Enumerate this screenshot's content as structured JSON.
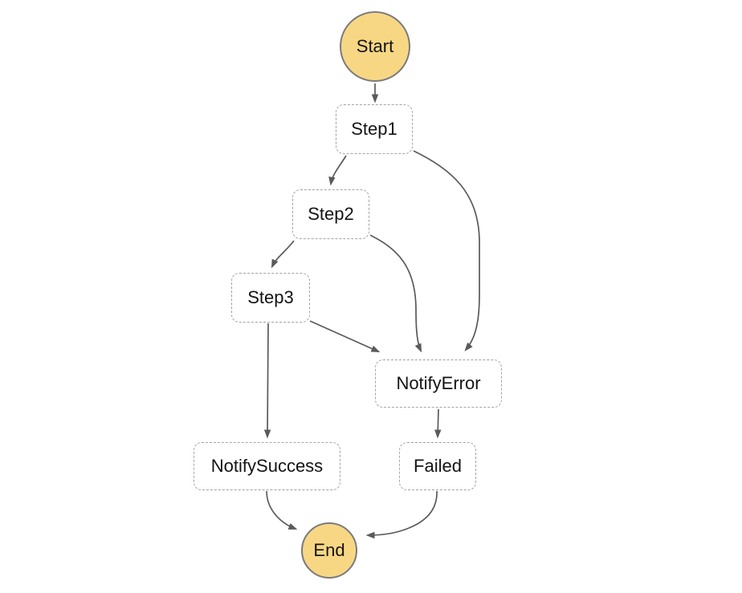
{
  "diagram": {
    "type": "workflow-state-machine-graph",
    "background": "#ffffff",
    "nodes": {
      "start": {
        "label": "Start",
        "shape": "circle"
      },
      "step1": {
        "label": "Step1",
        "shape": "dashed-box"
      },
      "step2": {
        "label": "Step2",
        "shape": "dashed-box"
      },
      "step3": {
        "label": "Step3",
        "shape": "dashed-box"
      },
      "notify_error": {
        "label": "NotifyError",
        "shape": "dashed-box"
      },
      "notify_success": {
        "label": "NotifySuccess",
        "shape": "dashed-box"
      },
      "failed": {
        "label": "Failed",
        "shape": "dashed-box"
      },
      "end": {
        "label": "End",
        "shape": "circle"
      }
    },
    "edges": [
      {
        "from": "Start",
        "to": "Step1"
      },
      {
        "from": "Step1",
        "to": "Step2"
      },
      {
        "from": "Step1",
        "to": "NotifyError"
      },
      {
        "from": "Step2",
        "to": "Step3"
      },
      {
        "from": "Step2",
        "to": "NotifyError"
      },
      {
        "from": "Step3",
        "to": "NotifySuccess"
      },
      {
        "from": "Step3",
        "to": "NotifyError"
      },
      {
        "from": "NotifyError",
        "to": "Failed"
      },
      {
        "from": "NotifySuccess",
        "to": "End"
      },
      {
        "from": "Failed",
        "to": "End"
      }
    ],
    "colors": {
      "terminal_fill": "#F8D784",
      "terminal_border": "#7B7B7B",
      "state_border": "#A3A3A3",
      "edge_stroke": "#5A5A5A",
      "text": "#131313"
    }
  }
}
